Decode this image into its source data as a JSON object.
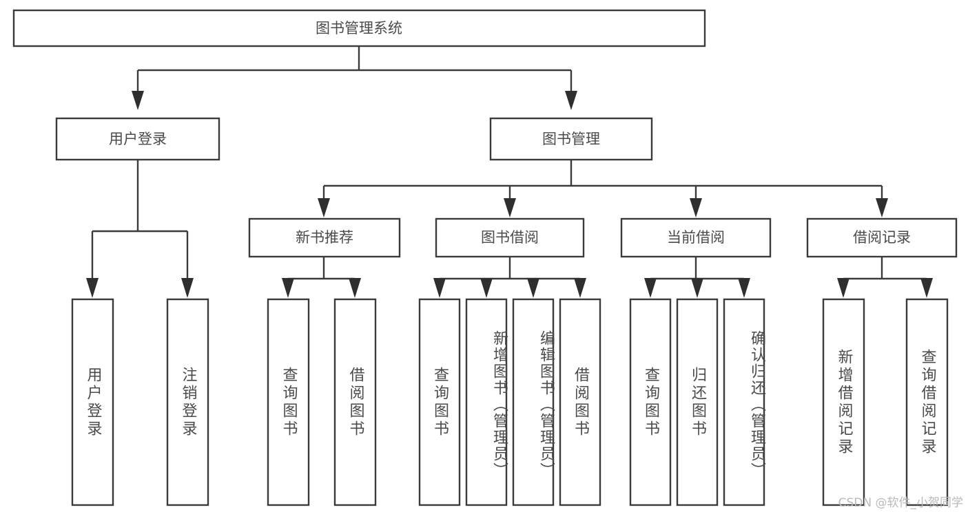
{
  "diagram": {
    "kind": "tree-hierarchy-chart",
    "title": "图书管理系统",
    "watermark": "CSDN @软件_小贺同学",
    "colors": {
      "background": "#ffffff",
      "box_border": "#3a3a3a",
      "box_fill": "#ffffff",
      "connector": "#3a3a3a",
      "text": "#4a4a4a",
      "watermark": "#b9b9b9"
    },
    "levels": {
      "root": "图书管理系统",
      "level2": [
        "用户登录",
        "图书管理"
      ],
      "level3": [
        "新书推荐",
        "图书借阅",
        "当前借阅",
        "借阅记录"
      ]
    },
    "nodes": {
      "root": {
        "label": "图书管理系统",
        "orientation": "horizontal"
      },
      "user_login": {
        "label": "用户登录",
        "orientation": "horizontal"
      },
      "book_manage": {
        "label": "图书管理",
        "orientation": "horizontal"
      },
      "new_book_rec": {
        "label": "新书推荐",
        "orientation": "horizontal"
      },
      "book_borrow": {
        "label": "图书借阅",
        "orientation": "horizontal"
      },
      "current_borrow": {
        "label": "当前借阅",
        "orientation": "horizontal"
      },
      "borrow_record": {
        "label": "借阅记录",
        "orientation": "horizontal"
      },
      "leaf_user_login": {
        "label": "用户登录",
        "orientation": "vertical"
      },
      "leaf_logout": {
        "label": "注销登录",
        "orientation": "vertical"
      },
      "leaf_query_book_a": {
        "label": "查询图书",
        "orientation": "vertical"
      },
      "leaf_borrow_book_a": {
        "label": "借阅图书",
        "orientation": "vertical"
      },
      "leaf_query_book_b": {
        "label": "查询图书",
        "orientation": "vertical"
      },
      "leaf_add_book": {
        "label": "新增图书（管理员）",
        "orientation": "vertical"
      },
      "leaf_edit_book": {
        "label": "编辑图书（管理员）",
        "orientation": "vertical"
      },
      "leaf_borrow_book_b": {
        "label": "借阅图书",
        "orientation": "vertical"
      },
      "leaf_query_book_c": {
        "label": "查询图书",
        "orientation": "vertical"
      },
      "leaf_return_book": {
        "label": "归还图书",
        "orientation": "vertical"
      },
      "leaf_confirm_return": {
        "label": "确认归还（管理员）",
        "orientation": "vertical"
      },
      "leaf_add_record": {
        "label": "新增借阅记录",
        "orientation": "vertical"
      },
      "leaf_query_record": {
        "label": "查询借阅记录",
        "orientation": "vertical"
      }
    },
    "edges": [
      {
        "from": "root",
        "to": "user_login"
      },
      {
        "from": "root",
        "to": "book_manage"
      },
      {
        "from": "user_login",
        "to": "leaf_user_login"
      },
      {
        "from": "user_login",
        "to": "leaf_logout"
      },
      {
        "from": "book_manage",
        "to": "new_book_rec"
      },
      {
        "from": "book_manage",
        "to": "book_borrow"
      },
      {
        "from": "book_manage",
        "to": "current_borrow"
      },
      {
        "from": "book_manage",
        "to": "borrow_record"
      },
      {
        "from": "new_book_rec",
        "to": "leaf_query_book_a"
      },
      {
        "from": "new_book_rec",
        "to": "leaf_borrow_book_a"
      },
      {
        "from": "book_borrow",
        "to": "leaf_query_book_b"
      },
      {
        "from": "book_borrow",
        "to": "leaf_add_book"
      },
      {
        "from": "book_borrow",
        "to": "leaf_edit_book"
      },
      {
        "from": "book_borrow",
        "to": "leaf_borrow_book_b"
      },
      {
        "from": "current_borrow",
        "to": "leaf_query_book_c"
      },
      {
        "from": "current_borrow",
        "to": "leaf_return_book"
      },
      {
        "from": "current_borrow",
        "to": "leaf_confirm_return"
      },
      {
        "from": "borrow_record",
        "to": "leaf_add_record"
      },
      {
        "from": "borrow_record",
        "to": "leaf_query_record"
      }
    ]
  }
}
